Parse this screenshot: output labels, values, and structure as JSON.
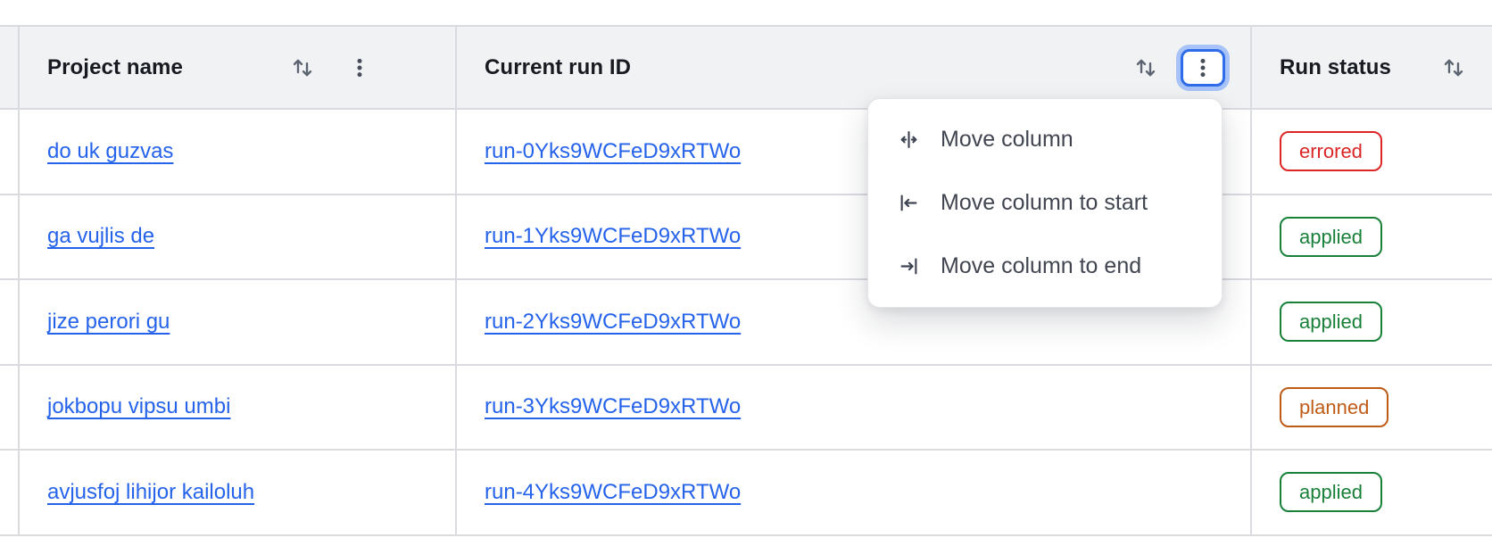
{
  "table": {
    "columns": [
      {
        "label": "Project name",
        "sort_icon": "sort-arrows-icon",
        "menu_icon": "kebab-icon"
      },
      {
        "label": "Current run ID",
        "sort_icon": "sort-arrows-icon",
        "menu_icon": "kebab-icon",
        "menu_open": true
      },
      {
        "label": "Run status",
        "sort_icon": "sort-arrows-icon"
      }
    ],
    "rows": [
      {
        "project": "do uk guzvas",
        "run_id": "run-0Yks9WCFeD9xRTWo",
        "status": "errored"
      },
      {
        "project": "ga vujlis de",
        "run_id": "run-1Yks9WCFeD9xRTWo",
        "status": "applied"
      },
      {
        "project": "jize perori gu",
        "run_id": "run-2Yks9WCFeD9xRTWo",
        "status": "applied"
      },
      {
        "project": "jokbopu vipsu umbi",
        "run_id": "run-3Yks9WCFeD9xRTWo",
        "status": "planned"
      },
      {
        "project": "avjusfoj lihijor kailoluh",
        "run_id": "run-4Yks9WCFeD9xRTWo",
        "status": "applied"
      }
    ]
  },
  "column_menu": {
    "items": [
      {
        "label": "Move column",
        "icon": "move-column-icon"
      },
      {
        "label": "Move column to start",
        "icon": "move-column-to-start-icon"
      },
      {
        "label": "Move column to end",
        "icon": "move-column-to-end-icon"
      }
    ]
  },
  "colors": {
    "link": "#2563eb",
    "header_bg": "#f1f2f4",
    "border": "#d9dbe0",
    "focus_ring": "#2f6ce8",
    "status": {
      "errored": "#dc2626",
      "applied": "#188038",
      "planned": "#bf5b17"
    }
  }
}
